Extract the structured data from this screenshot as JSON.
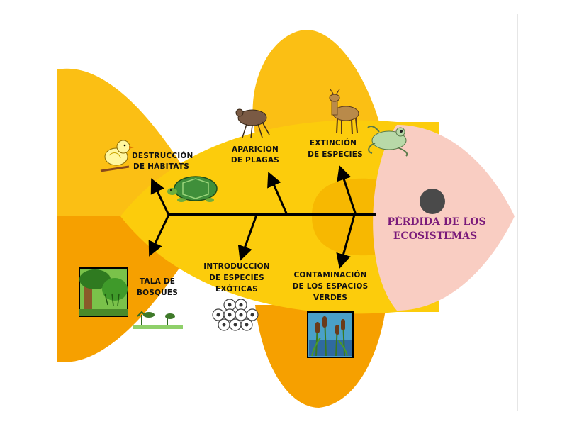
{
  "diagram": {
    "type": "fishbone",
    "effect": {
      "line1": "PÉRDIDA DE LOS",
      "line2": "ECOSISTEMAS"
    },
    "causes": {
      "destruccion": {
        "line1": "DESTRUCCIÓN",
        "line2": "DE HÁBITATS",
        "icon": "bird-icon"
      },
      "plagas": {
        "line1": "APARICIÓN",
        "line2": "DE PLAGAS",
        "icon": "flea-icon"
      },
      "extincion": {
        "line1": "EXTINCIÓN",
        "line2": "DE ESPECIES",
        "icon": "deer-icon"
      },
      "tala": {
        "line1": "TALA DE",
        "line2": "BOSQUES",
        "icon": "forest-icon"
      },
      "introduccion": {
        "line1": "INTRODUCCIÓN",
        "line2": "DE ESPECIES",
        "line3": "EXÓTICAS",
        "icon": "eggs-icon"
      },
      "contaminacion": {
        "line1": "CONTAMINACIÓN",
        "line2": "DE LOS ESPACIOS",
        "line3": "VERDES",
        "icon": "cattails-icon"
      }
    },
    "colors": {
      "fin_light": "#fbbf14",
      "fin_dark": "#f6a000",
      "body": "#fccc0c",
      "head": "#f9cdc2",
      "spine": "#000000",
      "effect_text": "#7a1a7a"
    }
  }
}
